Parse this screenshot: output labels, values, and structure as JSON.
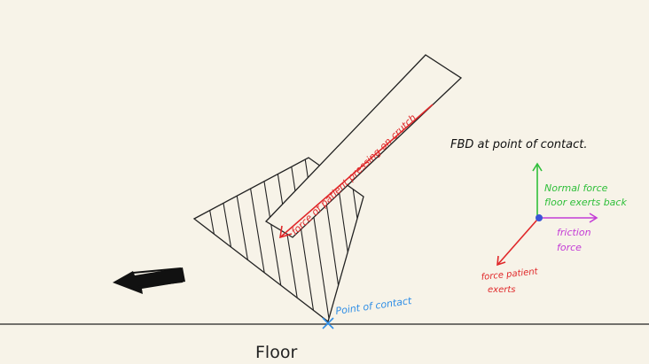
{
  "labels": {
    "crutch_force": "force of patient pressing on crutch",
    "point_of_contact": "Point of contact",
    "floor": "Floor",
    "fbd_title": "FBD at point of contact.",
    "normal_force_line1": "Normal force",
    "normal_force_line2": "floor exerts back",
    "friction_line1": "friction",
    "friction_line2": "force",
    "patient_force_line1": "force patient",
    "patient_force_line2": "exerts"
  },
  "colors": {
    "background": "#f7f3e8",
    "ink": "#111111",
    "crutch_force": "#e0282a",
    "contact_point": "#2f8ee6",
    "normal_force": "#2fbf3a",
    "friction_force": "#c43cd6",
    "patient_force": "#e0282a",
    "fbd_dot": "#3a55d6"
  }
}
